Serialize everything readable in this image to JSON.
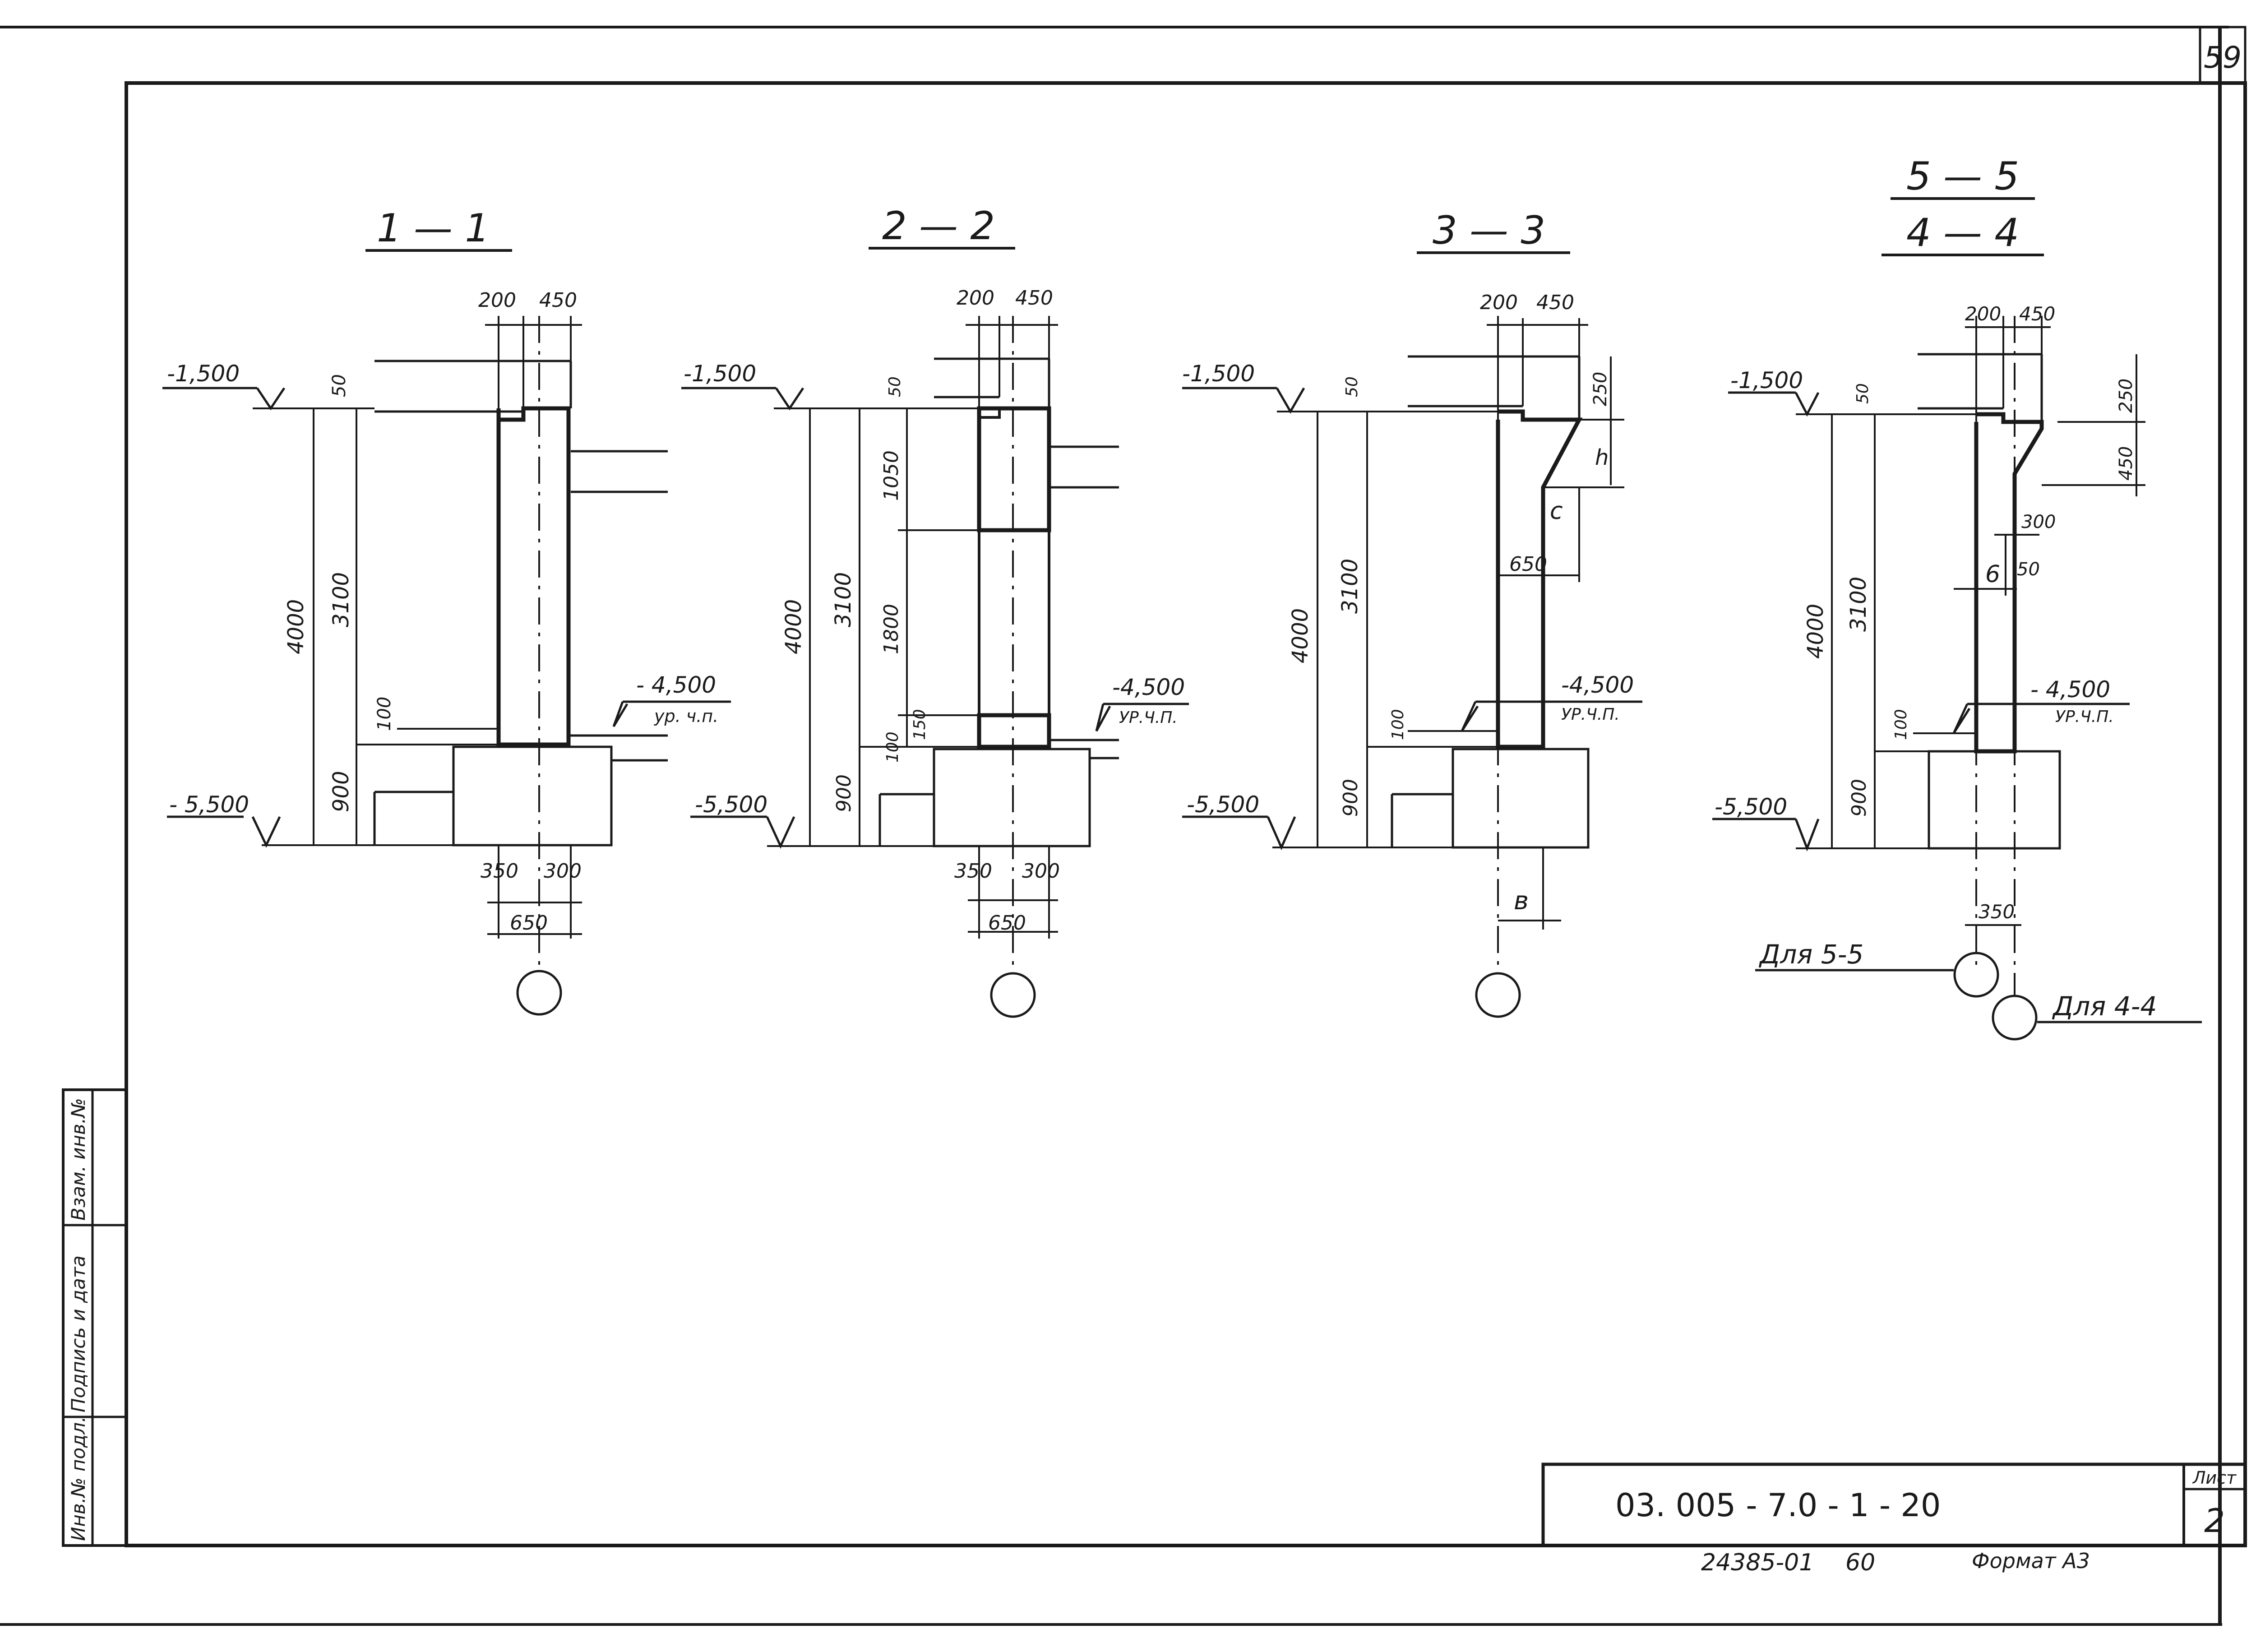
{
  "sheet": {
    "page_no": "59",
    "doc_code": "03. 005 - 7.0 - 1 - 20",
    "list_label": "Лист",
    "list_no": "2",
    "footer_code": "24385-01",
    "footer_num": "60",
    "format": "Формат А3",
    "side_labels": [
      "Инв.№ подл.",
      "Подпись и дата",
      "Взам. инв.№"
    ]
  },
  "sections": [
    {
      "title": "1 — 1",
      "levels": {
        "top": "-1,500",
        "floor": "- 4,500",
        "floor_note": "ур. ч.п.",
        "bottom": "- 5,500"
      },
      "dims": {
        "total": "4000",
        "upper": "3100",
        "lower": "900",
        "top_step": "50",
        "gap": "100",
        "top_w1": "200",
        "top_w2": "450",
        "bot_w1": "350",
        "bot_w2": "300",
        "bot_total": "650"
      }
    },
    {
      "title": "2 — 2",
      "levels": {
        "top": "-1,500",
        "floor": "-4,500",
        "floor_note": "УР.Ч.П.",
        "bottom": "-5,500"
      },
      "dims": {
        "total": "4000",
        "upper": "3100",
        "lower": "900",
        "top_step": "50",
        "gap": "100",
        "seg1": "1050",
        "seg2": "1800",
        "seg3": "150",
        "top_w1": "200",
        "top_w2": "450",
        "bot_w1": "350",
        "bot_w2": "300",
        "bot_total": "650"
      }
    },
    {
      "title": "3 — 3",
      "levels": {
        "top": "-1,500",
        "floor": "-4,500",
        "floor_note": "УР.Ч.П.",
        "bottom": "-5,500"
      },
      "dims": {
        "total": "4000",
        "upper": "3100",
        "lower": "900",
        "top_step": "50",
        "gap": "100",
        "top_w1": "200",
        "top_w2": "450",
        "cap_h": "250",
        "h": "h",
        "c": "c",
        "w650": "650",
        "b": "в"
      }
    },
    {
      "title": "4 — 4",
      "title_top": "5 — 5",
      "levels": {
        "top": "-1,500",
        "floor": "- 4,500",
        "floor_note": "УР.Ч.П.",
        "bottom": "-5,500"
      },
      "dims": {
        "total": "4000",
        "upper": "3100",
        "lower": "900",
        "top_step": "50",
        "gap": "100",
        "top_w1": "200",
        "top_w2": "450",
        "cap_h": "250",
        "slope_h": "450",
        "d300": "300",
        "d6": "6",
        "d50": "50",
        "d350": "350"
      },
      "callouts": [
        "Для  5-5",
        "Для  4-4"
      ]
    }
  ]
}
